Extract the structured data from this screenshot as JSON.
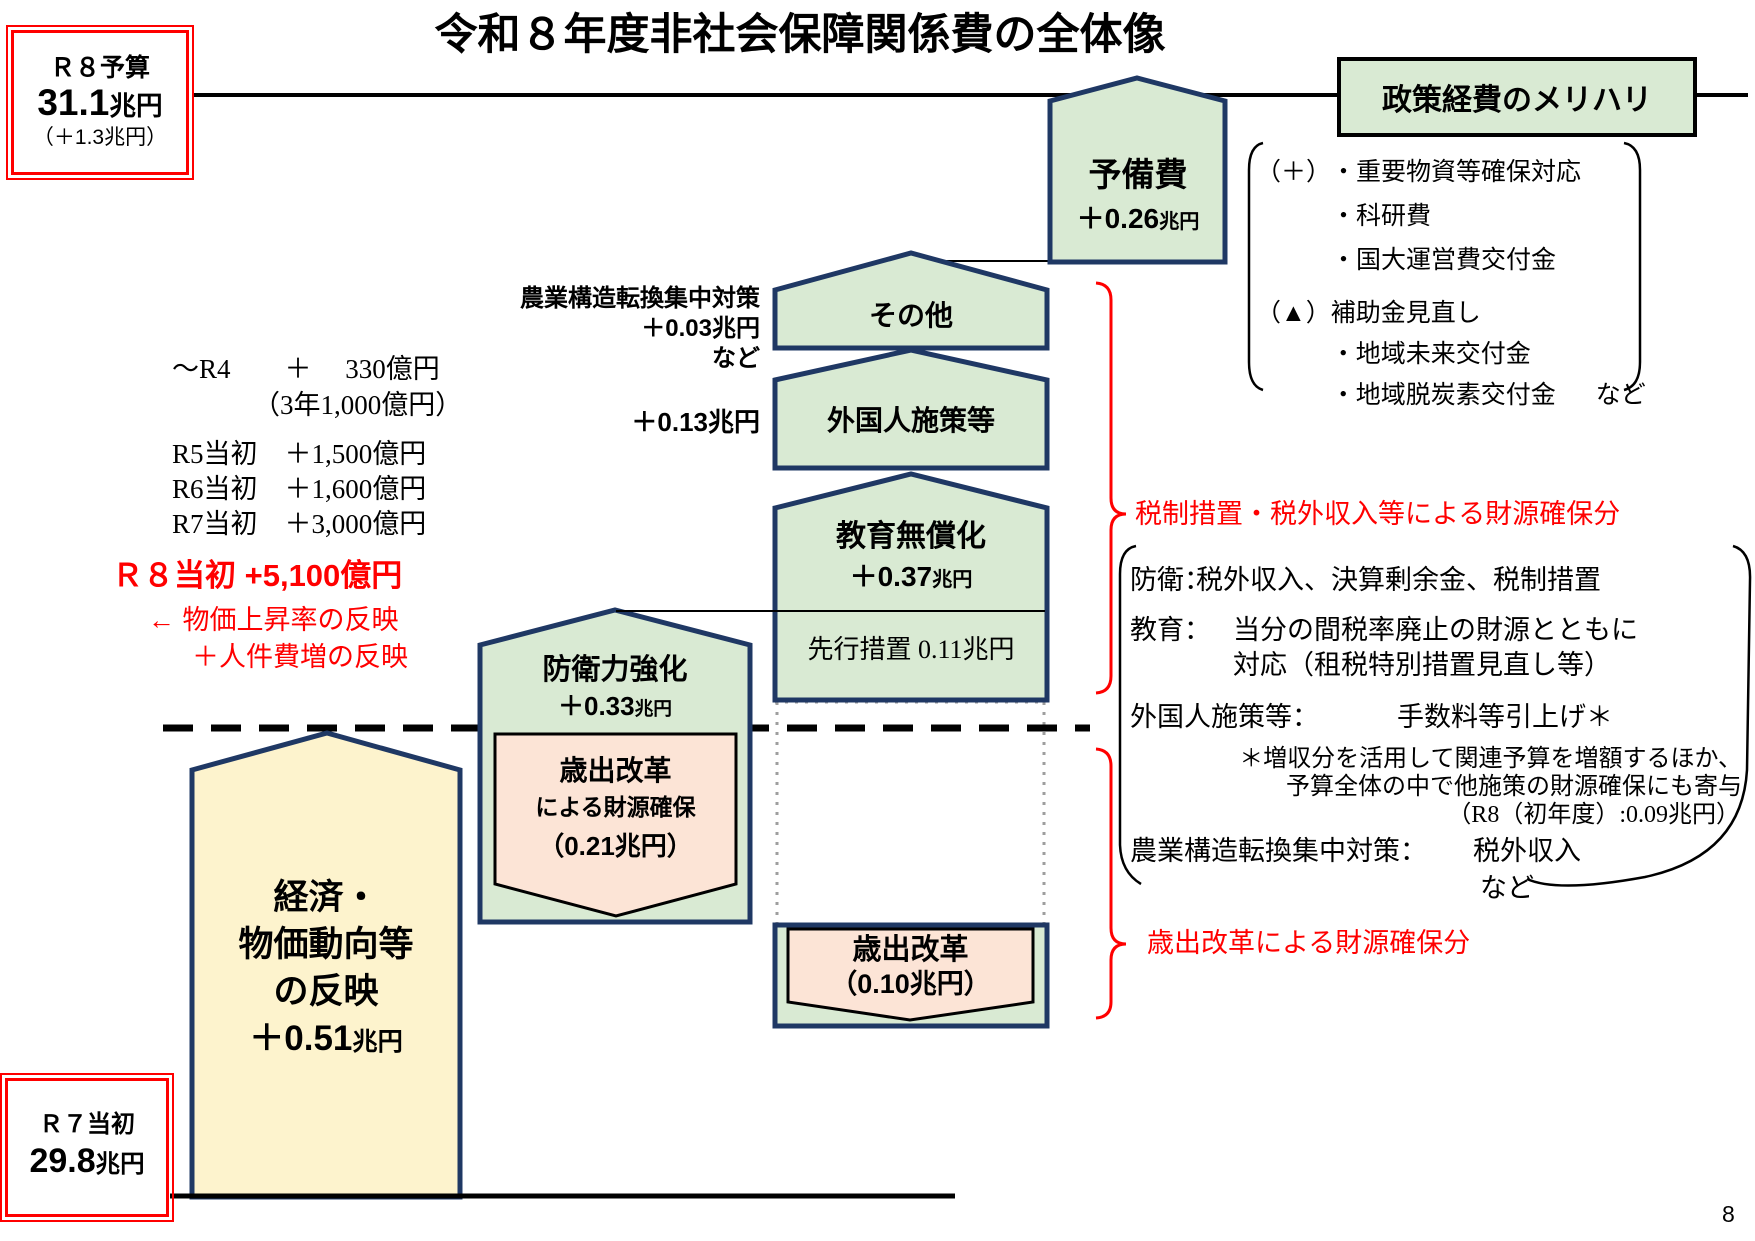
{
  "title": "令和８年度非社会保障関係費の全体像",
  "page_number": "8",
  "r8_budget_box": {
    "label": "Ｒ８予算",
    "value": "31.1",
    "unit": "兆円",
    "delta": "（＋1.3兆円）"
  },
  "r7_budget_box": {
    "label": "Ｒ７当初",
    "value": "29.8",
    "unit": "兆円"
  },
  "merihari_box": {
    "label": "政策経費のメリハリ"
  },
  "reserve_box": {
    "label": "予備費",
    "value": "＋0.26",
    "unit": "兆円"
  },
  "policy_block": {
    "plus_marker": "（＋）",
    "plus_items": [
      "・重要物資等確保対応",
      "・科研費",
      "・国大運営費交付金"
    ],
    "minus_marker": "（▲）",
    "minus_head": "補助金見直し",
    "minus_items": [
      "・地域未来交付金",
      "・地域脱炭素交付金"
    ],
    "etc": "など"
  },
  "history": {
    "r4": "～R4　　＋　 330億円",
    "r4_note": "（3年1,000億円）",
    "r5": "R5当初　＋1,500億円",
    "r6": "R6当初　＋1,600億円",
    "r7": "R7当初　＋3,000億円",
    "r8": "Ｒ８当初 +5,100億円",
    "arrow_line1": "← 物価上昇率の反映",
    "arrow_line2": "＋人件費増の反映"
  },
  "agri_label": {
    "line1": "農業構造転換集中対策",
    "line2": "＋0.03兆円",
    "line3": "など"
  },
  "misc_value": "＋0.13兆円",
  "stack": {
    "sonota": "その他",
    "gaikokujin": "外国人施策等",
    "kyoiku_title": "教育無償化",
    "kyoiku_value": "＋0.37",
    "kyoiku_unit": "兆円",
    "kyoiku_sub": "先行措置 0.11兆円",
    "saishutsu_title": "歳出改革",
    "saishutsu_value": "（0.10兆円）"
  },
  "defense": {
    "title": "防衛力強化",
    "value": "＋0.33",
    "unit": "兆円",
    "inner_line1": "歳出改革",
    "inner_line2": "による財源確保",
    "inner_line3": "（0.21兆円）"
  },
  "economy": {
    "line1": "経済・",
    "line2": "物価動向等",
    "line3": "の反映",
    "value": "＋0.51",
    "unit": "兆円"
  },
  "red_note_tax": "税制措置・税外収入等による財源確保分",
  "red_note_reform": "歳出改革による財源確保分",
  "sources": {
    "defense_label": "防衛：",
    "defense_text": "税外収入、決算剰余金、税制措置",
    "edu_label": "教育：",
    "edu_text1": "当分の間税率廃止の財源とともに",
    "edu_text2": "対応（租税特別措置見直し等）",
    "foreign_label": "外国人施策等：",
    "foreign_text": "手数料等引上げ＊",
    "fn1": "＊増収分を活用して関連予算を増額するほか、",
    "fn2": "予算全体の中で他施策の財源確保にも寄与",
    "fn3": "（R8（初年度）:0.09兆円）",
    "agri_label": "農業構造転換集中対策：",
    "agri_text": "税外収入",
    "etc": "など"
  },
  "colors": {
    "green": "#d9ead3",
    "navy": "#1f3864",
    "peach": "#fce4d6",
    "yellow": "#fdf3cd",
    "red": "#ff0000"
  }
}
